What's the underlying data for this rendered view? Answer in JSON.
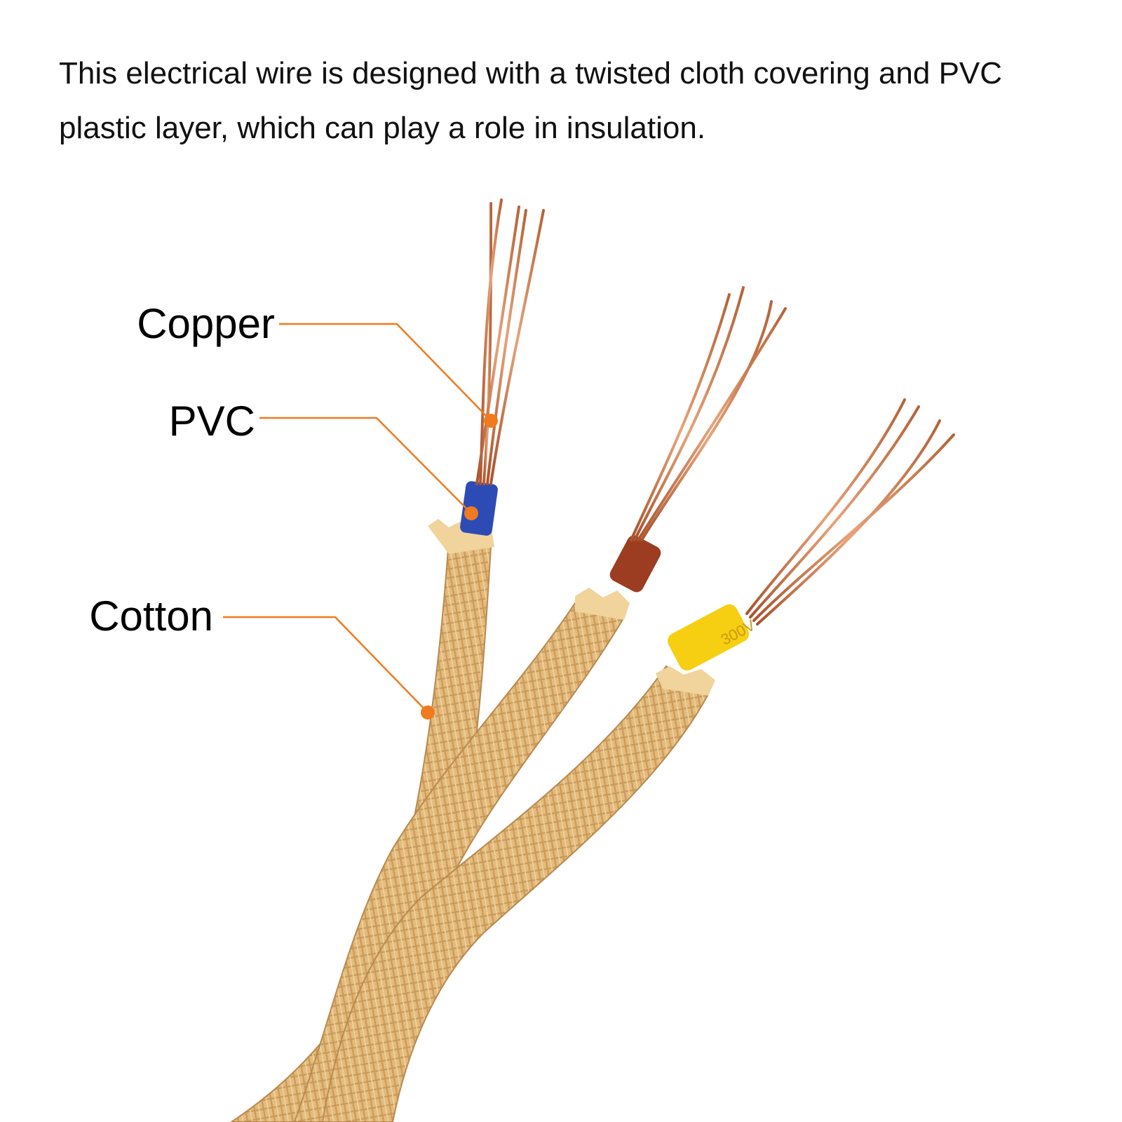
{
  "intro_text": "This electrical wire is designed with a twisted cloth covering and PVC plastic layer, which can play a role in insulation.",
  "callouts": {
    "copper": "Copper",
    "pvc": "PVC",
    "cotton": "Cotton"
  },
  "insulation_marking": "300V",
  "colors": {
    "callout_line": "#f07a1e",
    "cloth": "#e2b979",
    "copper": "#c9774a",
    "pvc_blue": "#2d4bb5",
    "pvc_brown": "#9c3c20",
    "pvc_yellow": "#f6cf12"
  }
}
